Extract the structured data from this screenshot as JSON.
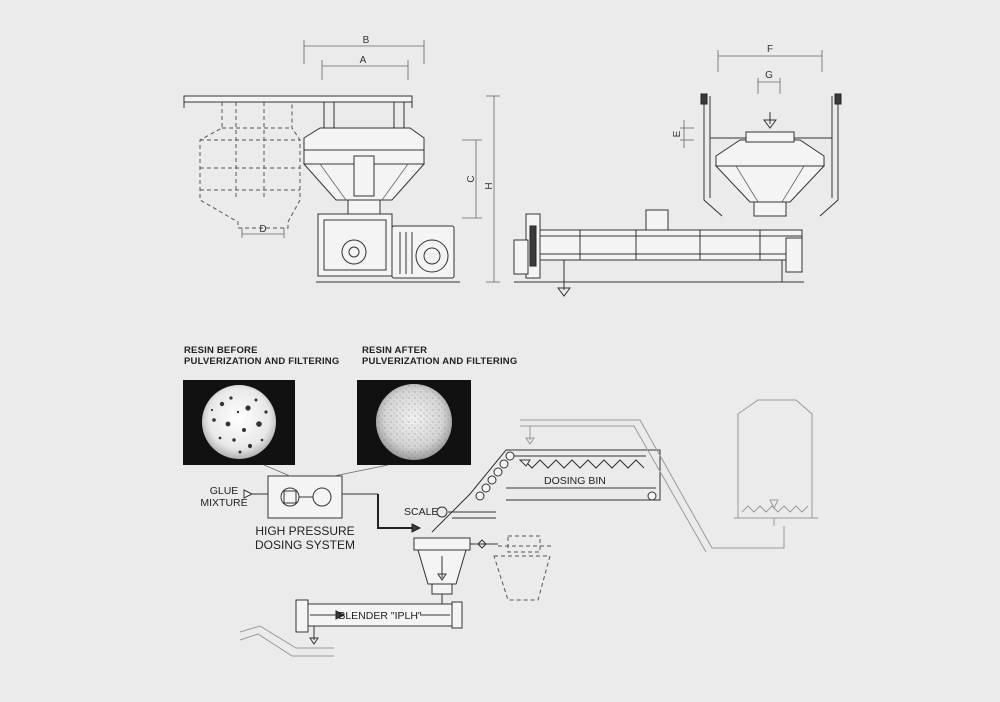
{
  "dimensions": {
    "a": "A",
    "b": "B",
    "c": "C",
    "d": "D",
    "e": "E",
    "f": "F",
    "g": "G",
    "h": "H"
  },
  "captions": {
    "resin_before_line1": "RESIN BEFORE",
    "resin_before_line2": "PULVERIZATION AND FILTERING",
    "resin_after_line1": "RESIN AFTER",
    "resin_after_line2": "PULVERIZATION AND FILTERING"
  },
  "process": {
    "glue_line1": "GLUE",
    "glue_line2": "MIXTURE",
    "hp_line1": "HIGH PRESSURE",
    "hp_line2": "DOSING SYSTEM",
    "scale": "SCALE",
    "dosing_bin": "DOSING BIN",
    "blender": "BLENDER \"IPLH\""
  },
  "colors": {
    "background": "#ebebeb",
    "line": "#333333",
    "photo_bg": "#111111"
  }
}
